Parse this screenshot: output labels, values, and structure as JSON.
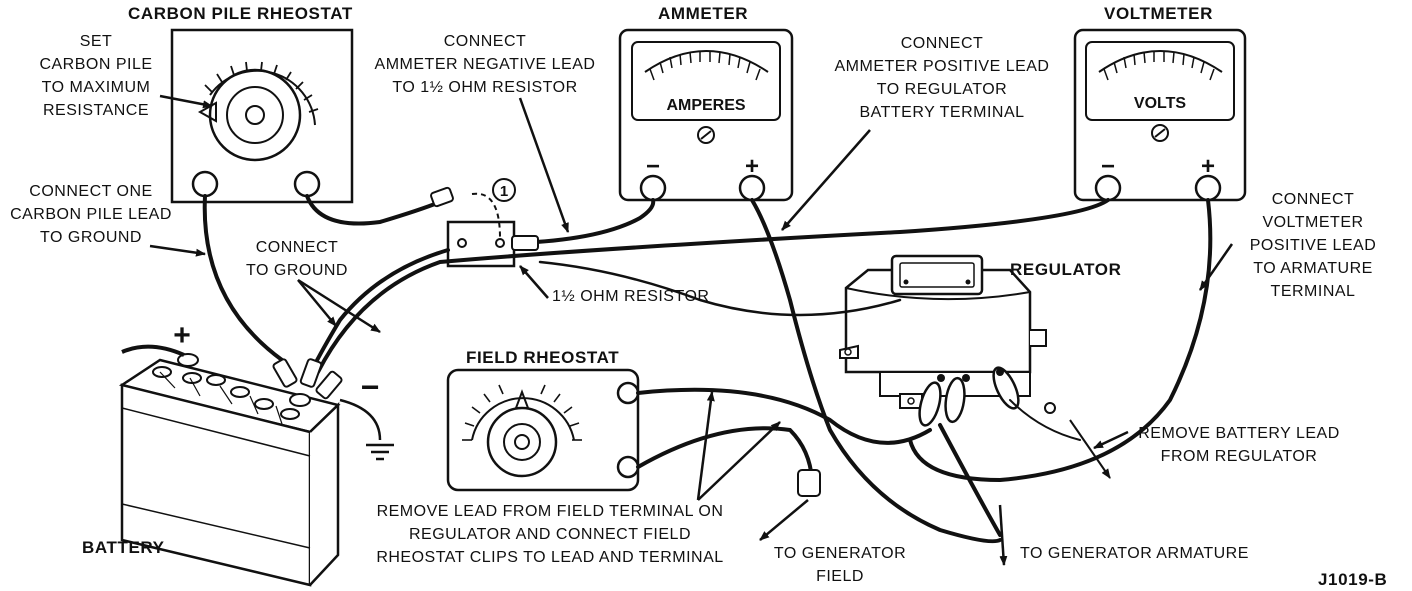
{
  "components": {
    "carbon_pile_rheostat": "CARBON PILE RHEOSTAT",
    "ammeter": "AMMETER",
    "voltmeter": "VOLTMETER",
    "regulator": "REGULATOR",
    "field_rheostat": "FIELD RHEOSTAT",
    "battery": "BATTERY"
  },
  "meter_faces": {
    "ammeter_scale": "AMPERES",
    "voltmeter_scale": "VOLTS",
    "minus": "−",
    "plus": "+"
  },
  "battery_marks": {
    "plus": "+",
    "minus": "−"
  },
  "callout_number": "1",
  "figure_id": "J1019-B",
  "annotations": {
    "set_carbon_pile": [
      "SET",
      "CARBON PILE",
      "TO MAXIMUM",
      "RESISTANCE"
    ],
    "connect_carbon_pile_lead": [
      "CONNECT ONE",
      "CARBON PILE LEAD",
      "TO GROUND"
    ],
    "connect_to_ground": [
      "CONNECT",
      "TO GROUND"
    ],
    "ammeter_negative": [
      "CONNECT",
      "AMMETER NEGATIVE LEAD",
      "TO 1½ OHM RESISTOR"
    ],
    "ammeter_positive": [
      "CONNECT",
      "AMMETER POSITIVE LEAD",
      "TO REGULATOR",
      "BATTERY TERMINAL"
    ],
    "voltmeter_positive": [
      "CONNECT",
      "VOLTMETER",
      "POSITIVE LEAD",
      "TO ARMATURE",
      "TERMINAL"
    ],
    "resistor": "1½ OHM RESISTOR",
    "remove_battery_lead": [
      "REMOVE BATTERY LEAD",
      "FROM REGULATOR"
    ],
    "remove_field_lead": [
      "REMOVE LEAD FROM FIELD TERMINAL ON",
      "REGULATOR AND CONNECT FIELD",
      "RHEOSTAT CLIPS TO LEAD AND TERMINAL"
    ],
    "to_generator_field": [
      "TO GENERATOR",
      "FIELD"
    ],
    "to_generator_armature": "TO GENERATOR ARMATURE"
  }
}
